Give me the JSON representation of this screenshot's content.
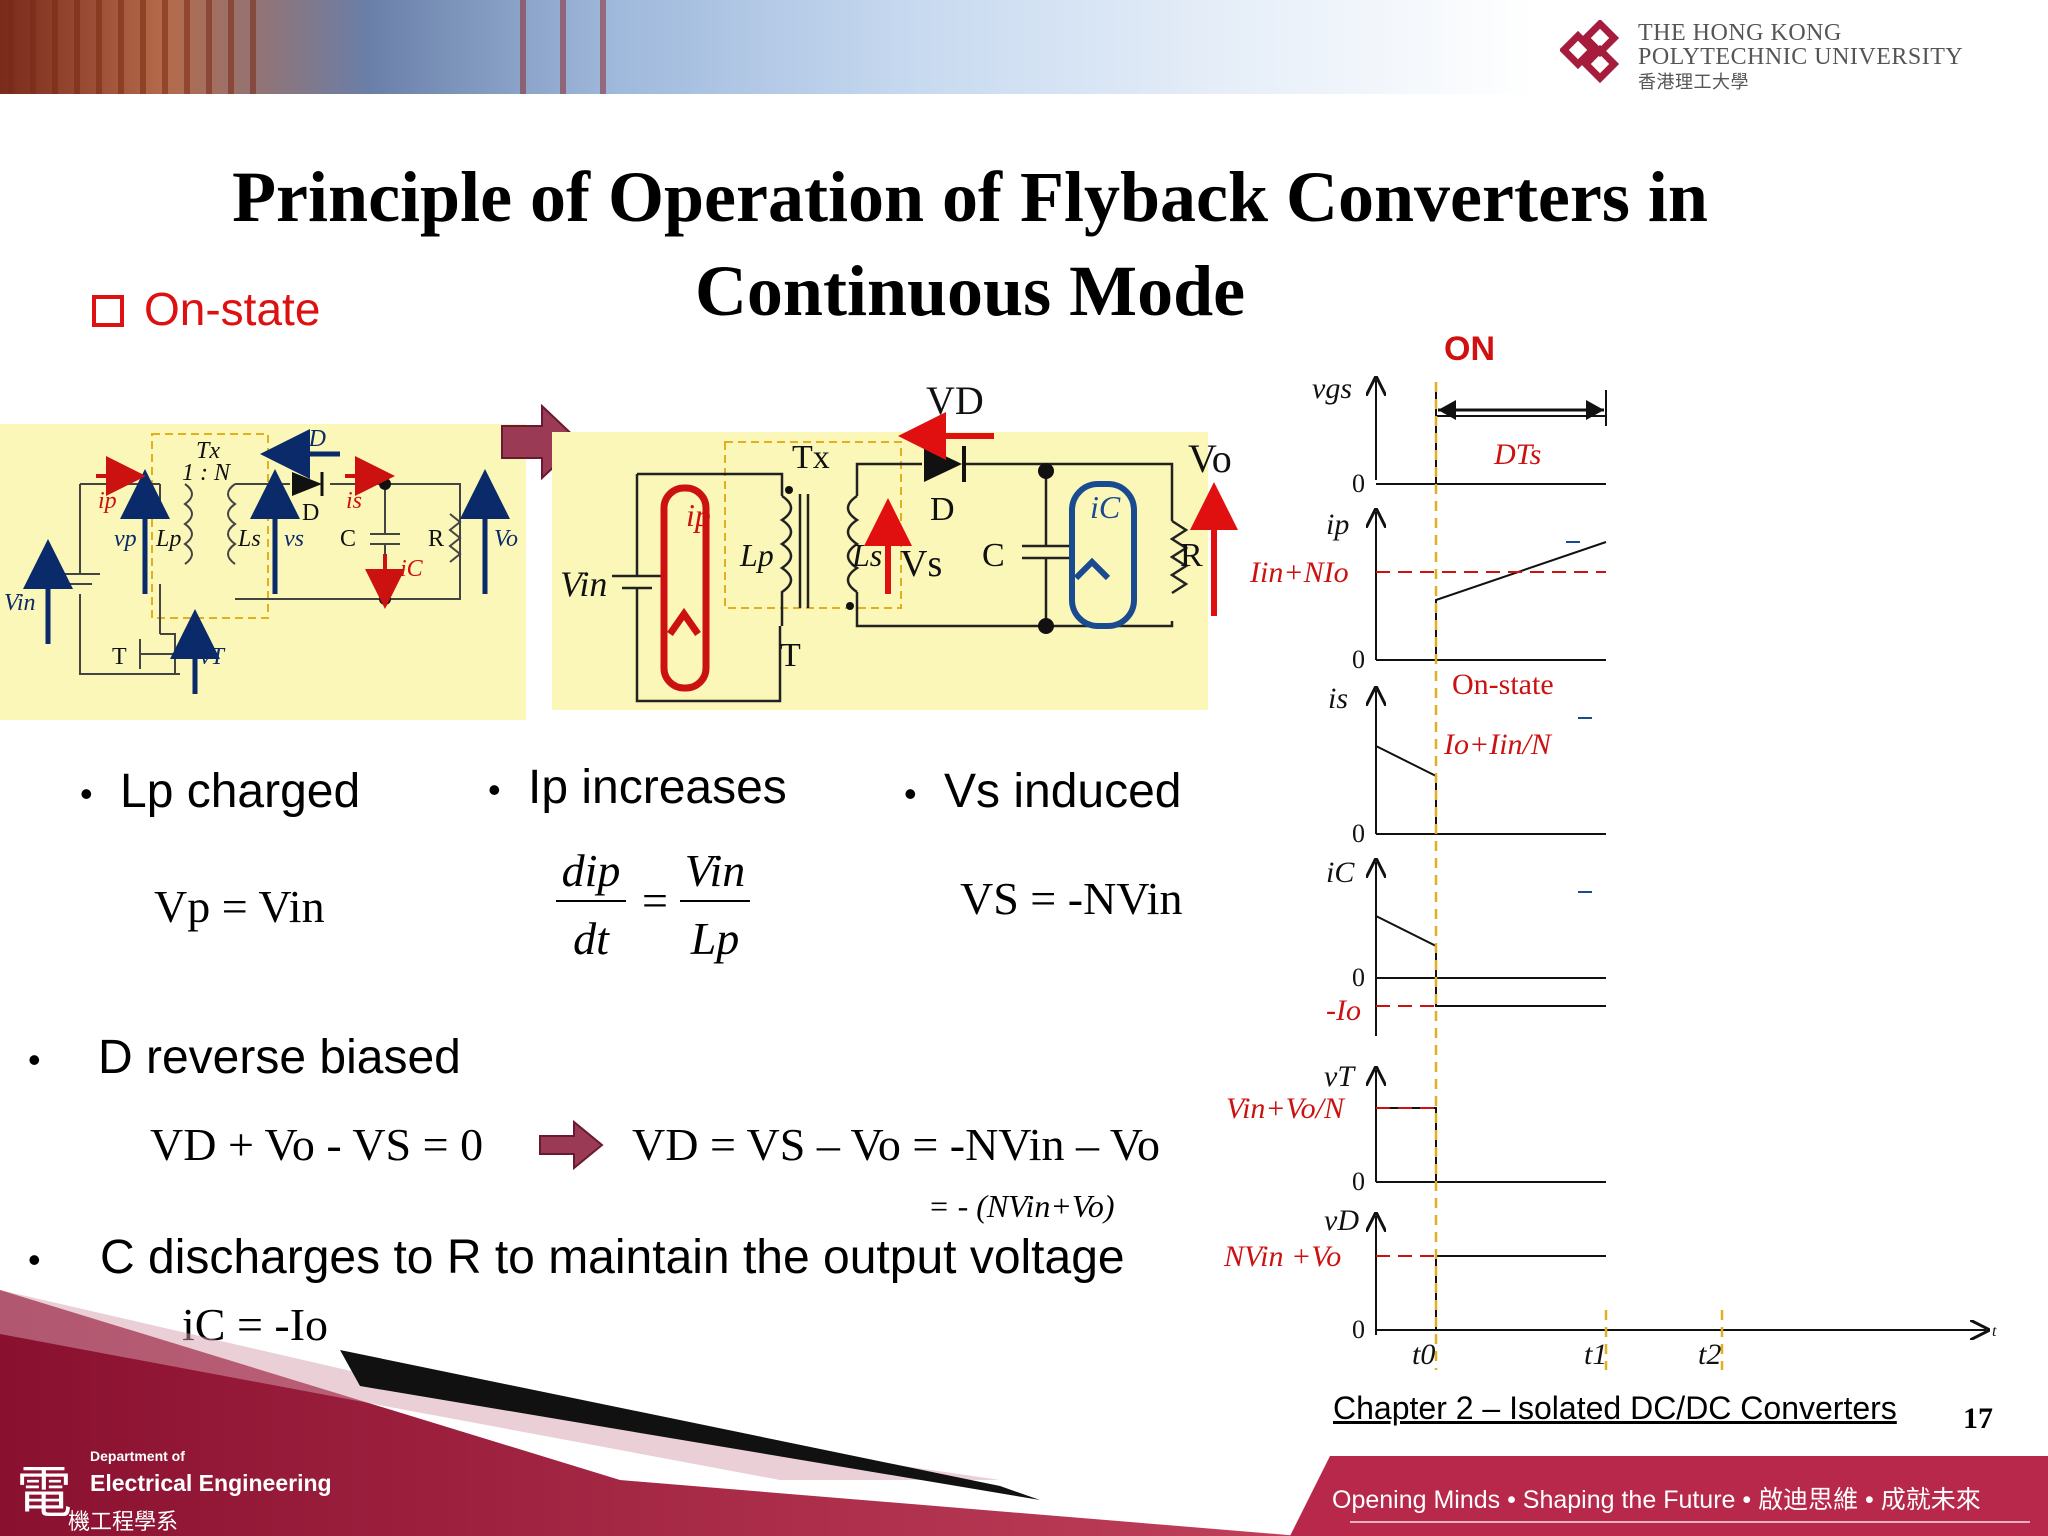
{
  "header": {
    "university_en_1": "THE HONG KONG",
    "university_en_2": "POLYTECHNIC UNIVERSITY",
    "university_zh": "香港理工大學"
  },
  "slide": {
    "title_line1": "Principle of Operation of Flyback Converters in",
    "title_line2": "Continuous Mode",
    "section_label": "On-state"
  },
  "circuit1": {
    "Tx": "Tx",
    "ratio": "1 : N",
    "vD": "vD",
    "ip": "ip",
    "is": "is",
    "vp": "vp",
    "Lp": "Lp",
    "Ls": "Ls",
    "vs": "vs",
    "D": "D",
    "C": "C",
    "R": "R",
    "Vo": "Vo",
    "Vin": "Vin",
    "T": "T",
    "vT": "vT",
    "iC": "iC"
  },
  "circuit2": {
    "VD": "VD",
    "Vo": "Vo",
    "Tx": "Tx",
    "D": "D",
    "ip": "ip",
    "Lp": "Lp",
    "Ls": "Ls",
    "Vs": "Vs",
    "C": "C",
    "iC": "iC",
    "R": "R",
    "Vin": "Vin",
    "T": "T"
  },
  "bullets": {
    "lp_charged": "Lp charged",
    "ip_increases": "Ip increases",
    "vs_induced": "Vs induced",
    "d_reverse": "D reverse biased",
    "c_discharges": "C discharges to R to maintain the output voltage"
  },
  "equations": {
    "vp": "Vp = Vin",
    "dip_num": "dip",
    "dip_den": "dt",
    "vin_num": "Vin",
    "lp_den": "Lp",
    "vs": "VS = -NVin",
    "loop": "VD + Vo - VS = 0",
    "vd": "VD = VS – Vo = -NVin – Vo",
    "vd2": "= - (NVin+Vo)",
    "ic": "iC = -Io"
  },
  "waveforms": {
    "on_label": "ON",
    "dts": "DTs",
    "vgs": "vgs",
    "ip": "ip",
    "is": "is",
    "ic": "iC",
    "vt": "vT",
    "vd": "vD",
    "zero": "0",
    "ip_level": "Iin+NIo",
    "is_onstate": "On-state",
    "is_level": "Io+Iin/N",
    "ic_level": "-Io",
    "vt_level": "Vin+Vo/N",
    "vd_level": "NVin +Vo",
    "t0": "t0",
    "t1": "t1",
    "t2": "t2",
    "t_axis": "t"
  },
  "footer": {
    "chapter": "Chapter 2 – Isolated DC/DC Converters",
    "page": "17",
    "dept_of": "Department of",
    "dept_name": "Electrical Engineering",
    "dept_zh_char": "電",
    "dept_zh": "機工程學系",
    "slogan": "Opening Minds • Shaping the Future • 啟迪思維 • 成就未來"
  },
  "colors": {
    "accent_red": "#d11111",
    "brand_maroon": "#a51c3c",
    "circuit_bg": "#fbf7b8",
    "arrow_blue": "#0a2a6a",
    "ref_dashed": "#cc1111",
    "dash_yellow": "#e0b020"
  }
}
